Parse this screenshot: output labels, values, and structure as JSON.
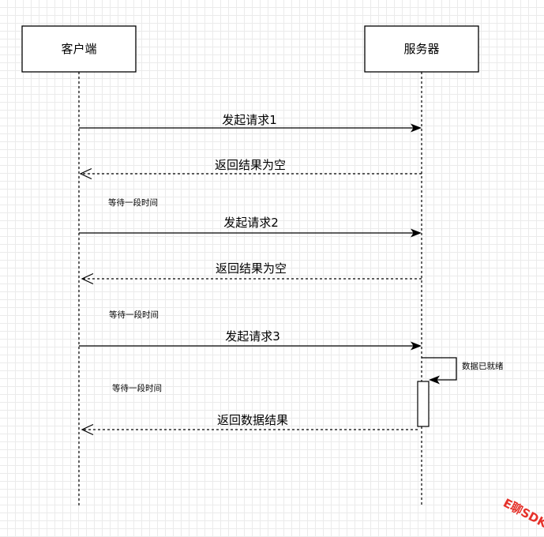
{
  "participants": {
    "client": "客户端",
    "server": "服务器"
  },
  "messages": {
    "request1": "发起请求1",
    "response1": "返回结果为空",
    "request2": "发起请求2",
    "response2": "返回结果为空",
    "request3": "发起请求3",
    "self_msg": "数据已就绪",
    "response3": "返回数据结果"
  },
  "notes": {
    "wait1": "等待一段时间",
    "wait2": "等待一段时间",
    "wait3": "等待一段时间"
  },
  "watermark": "E聊SDK",
  "colors": {
    "grid": "#ebebeb",
    "stroke": "#000000",
    "watermark": "#e5322b"
  }
}
